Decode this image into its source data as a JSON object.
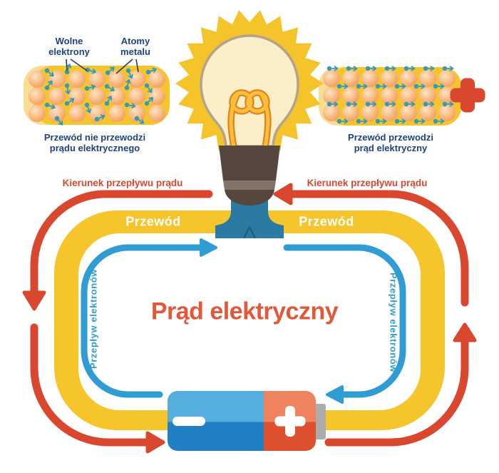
{
  "colors": {
    "wire_yellow": "#F6C52B",
    "wire_yellow_light": "#F8DD93",
    "current_red": "#D9482E",
    "electron_blue": "#2F9CD3",
    "connector_blue": "#2B7AA1",
    "navy_text": "#1F4280",
    "title_orange": "#E2593A"
  },
  "top_left_panel": {
    "label_free_electrons": "Wolne\nelektrony",
    "label_metal_atoms": "Atomy\nmetalu",
    "caption": "Przewód nie przewodzi\nprądu elektrycznego"
  },
  "top_right_panel": {
    "caption": "Przewód przewodzi\nprąd elektryczny",
    "plus_symbol": "+"
  },
  "circuit": {
    "current_direction_label_left": "Kierunek przepływu prądu",
    "current_direction_label_right": "Kierunek przepływu prądu",
    "wire_label_left": "Przewód",
    "wire_label_right": "Przewód",
    "electron_flow_label_left": "Przepływ elektronów",
    "electron_flow_label_right": "Przepływ elektronów",
    "title": "Prąd elektryczny"
  },
  "battery": {
    "negative_symbol": "−",
    "positive_symbol": "+"
  }
}
